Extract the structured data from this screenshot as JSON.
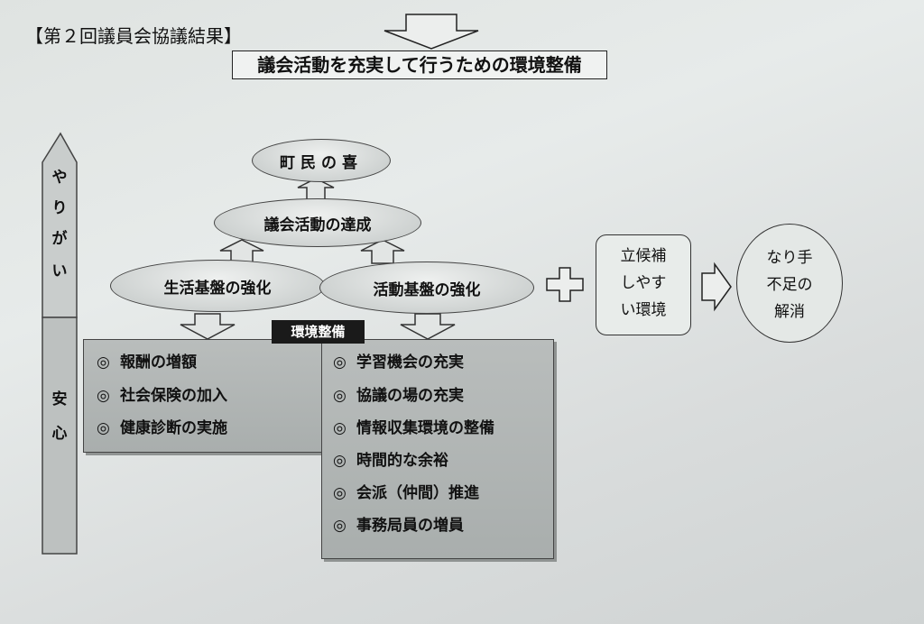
{
  "header": {
    "title": "【第２回議員会協議結果】"
  },
  "main_title": "議会活動を充実して行うための環境整備",
  "pyramid": {
    "top": "町民の喜",
    "middle": "議会活動の達成",
    "left": "生活基盤の強化",
    "right": "活動基盤の強化"
  },
  "tag": "環境整備",
  "left_panel": {
    "mark": "◎",
    "items": [
      "報酬の増額",
      "社会保険の加入",
      "健康診断の実施"
    ]
  },
  "right_panel": {
    "mark": "◎",
    "items": [
      "学習機会の充実",
      "協議の場の充実",
      "情報収集環境の整備",
      "時間的な余裕",
      "会派（仲間）推進",
      "事務局員の増員"
    ]
  },
  "side_arrow": {
    "upper": [
      "や",
      "り",
      "が",
      "い"
    ],
    "lower": [
      "安",
      "心"
    ]
  },
  "candidate_box": {
    "lines": [
      "立候補",
      "しやす",
      "い環境"
    ]
  },
  "result_circle": {
    "lines": [
      "なり手",
      "不足の",
      "解消"
    ]
  }
}
